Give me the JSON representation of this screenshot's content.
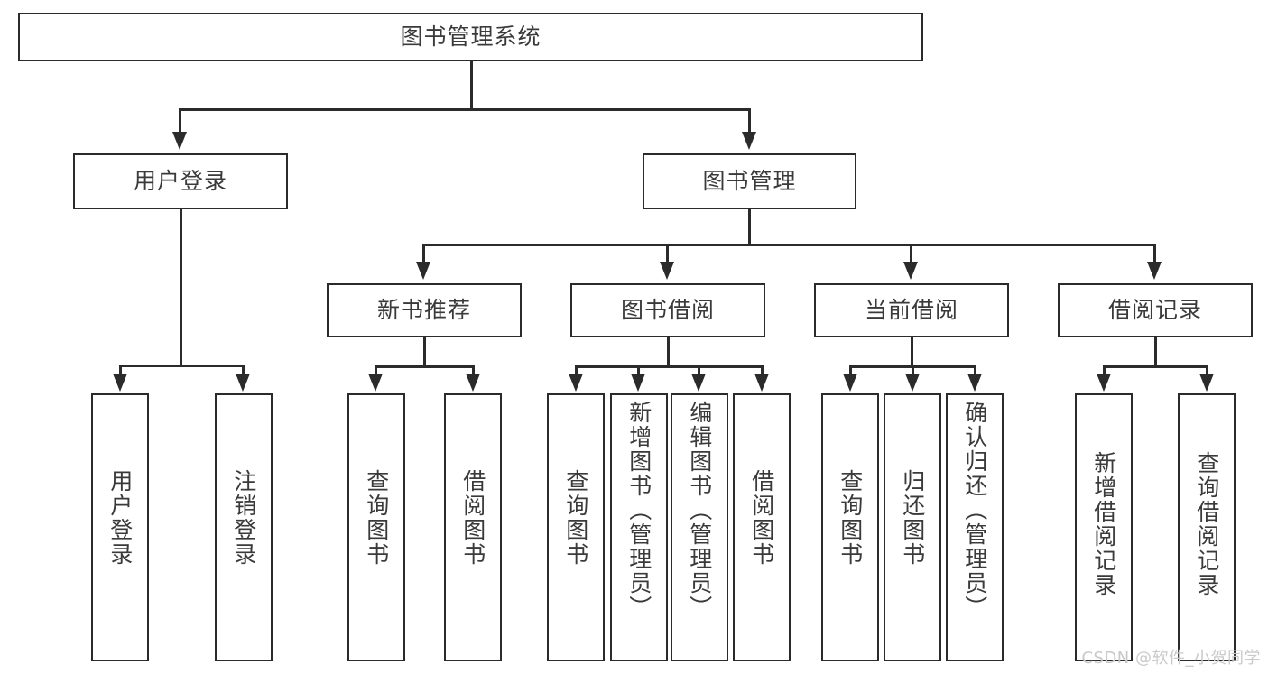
{
  "diagram": {
    "type": "tree",
    "title": "图书管理系统",
    "root": {
      "id": "root",
      "label": "图书管理系统"
    },
    "level1": [
      {
        "id": "user-login",
        "label": "用户登录"
      },
      {
        "id": "book-manage",
        "label": "图书管理"
      }
    ],
    "level2": [
      {
        "id": "new-book-recommend",
        "label": "新书推荐",
        "parent": "book-manage"
      },
      {
        "id": "book-borrow",
        "label": "图书借阅",
        "parent": "book-manage"
      },
      {
        "id": "current-borrow",
        "label": "当前借阅",
        "parent": "book-manage"
      },
      {
        "id": "borrow-record",
        "label": "借阅记录",
        "parent": "book-manage"
      }
    ],
    "leaves": {
      "user_login": [
        {
          "id": "leaf-user-login",
          "label": "用户登录"
        },
        {
          "id": "leaf-user-logout",
          "label": "注销登录"
        }
      ],
      "new_book_recommend": [
        {
          "id": "leaf-query-book-1",
          "label": "查询图书"
        },
        {
          "id": "leaf-borrow-book-1",
          "label": "借阅图书"
        }
      ],
      "book_borrow": [
        {
          "id": "leaf-query-book-2",
          "label": "查询图书"
        },
        {
          "id": "leaf-add-book",
          "label": "新增图书（管理员）"
        },
        {
          "id": "leaf-edit-book",
          "label": "编辑图书（管理员）"
        },
        {
          "id": "leaf-borrow-book-2",
          "label": "借阅图书"
        }
      ],
      "current_borrow": [
        {
          "id": "leaf-query-book-3",
          "label": "查询图书"
        },
        {
          "id": "leaf-return-book",
          "label": "归还图书"
        },
        {
          "id": "leaf-confirm-return",
          "label": "确认归还（管理员）"
        }
      ],
      "borrow_record": [
        {
          "id": "leaf-add-record",
          "label": "新增借阅记录"
        },
        {
          "id": "leaf-query-record",
          "label": "查询借阅记录"
        }
      ]
    }
  },
  "watermark": {
    "text": "CSDN @软件_小贺同学"
  },
  "colors": {
    "stroke": "#2b2b2b",
    "text": "#3a3a3a",
    "background": "#ffffff",
    "watermark": "#c9c9c9"
  }
}
